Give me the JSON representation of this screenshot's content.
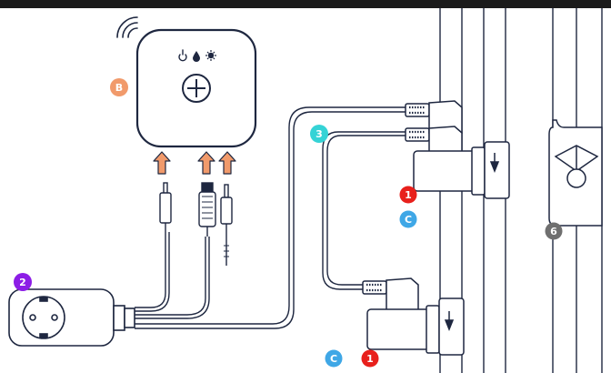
{
  "colors": {
    "line": "#1e2740",
    "hub_stroke": "#1e2740",
    "arrow": "#f19a6b",
    "arrow_stroke": "#1e2740",
    "badge_B": "#f19a6b",
    "badge_2": "#8c1de6",
    "badge_3": "#35d3d6",
    "badge_1": "#e8201c",
    "badge_C": "#3fa7e6",
    "badge_6": "#6f6f6f",
    "top_bar": "#1b1b1b"
  },
  "badges": {
    "hub": "B",
    "plug": "2",
    "cable_split": "3",
    "valve_top_num": "1",
    "valve_top_letter": "C",
    "valve_bottom_num": "1",
    "valve_bottom_letter": "C",
    "flow_valve": "6"
  },
  "icons": {
    "hub_wifi": "wifi-icon",
    "hub_power": "power-icon",
    "hub_drop": "water-drop-icon",
    "hub_sun": "sun-icon",
    "hub_dpad": "dpad-icon"
  }
}
